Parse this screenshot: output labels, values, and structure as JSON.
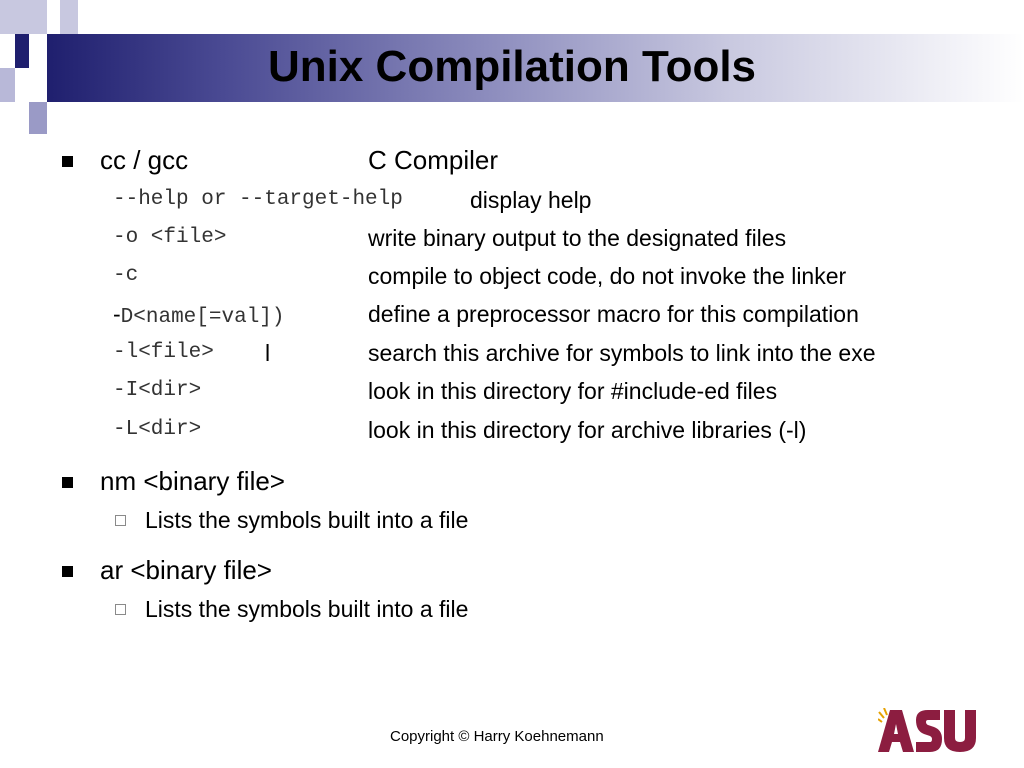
{
  "slide": {
    "title": "Unix Compilation Tools",
    "copyright": "Copyright © Harry Koehnemann"
  },
  "cc": {
    "command": "cc / gcc",
    "description": "C Compiler",
    "options": [
      {
        "flag": "--help or --target-help",
        "desc": "display help"
      },
      {
        "flag": "-o <file>",
        "desc": "write binary output to the designated files"
      },
      {
        "flag": "-c",
        "desc": "compile to object code, do not invoke the linker"
      },
      {
        "flag_prefix": "-",
        "flag": "D<name[=val])",
        "desc": "define a preprocessor macro for this compilation"
      },
      {
        "flag": "-l<file>",
        "flag_suffix": "l",
        "desc": "search this archive for symbols to link into the exe"
      },
      {
        "flag": "-I<dir>",
        "desc": "look in this directory for #include-ed files"
      },
      {
        "flag": "-L<dir>",
        "desc": "look in this directory for archive libraries (-l)"
      }
    ]
  },
  "nm": {
    "command": "nm <binary file>",
    "sub": "Lists the symbols built into a file"
  },
  "ar": {
    "command": "ar <binary file>",
    "sub": "Lists the symbols built into a file"
  },
  "logo": {
    "text": "ASU",
    "color": "#8c1d40"
  },
  "colors": {
    "title_bar_dark": "#1f1f6e",
    "deco_square": "#b8b8d8"
  }
}
